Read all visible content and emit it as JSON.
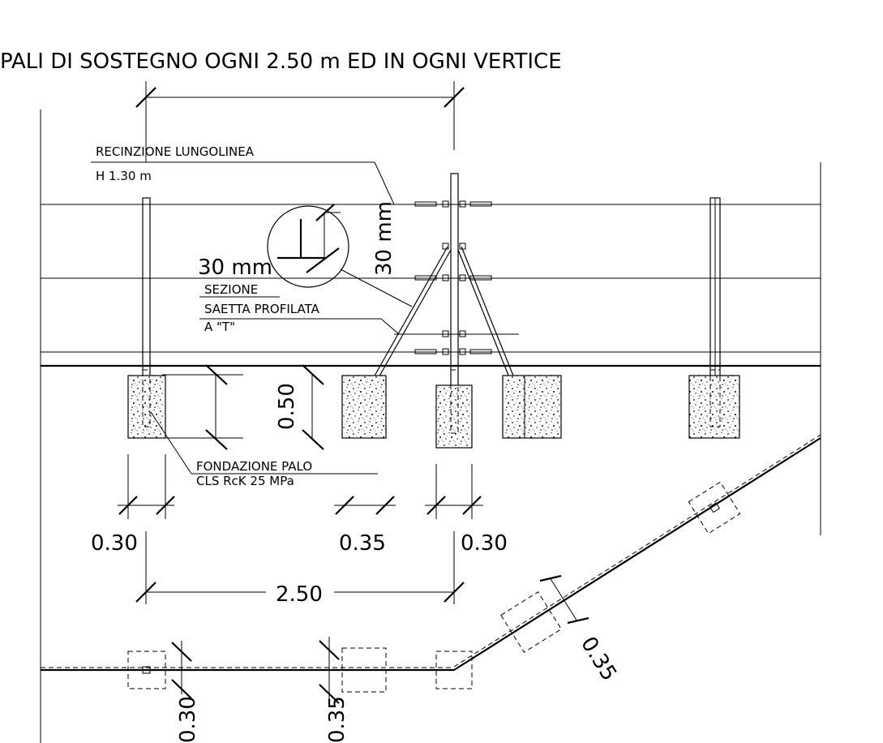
{
  "title": "PALI DI SOSTEGNO OGNI 2.50 m ED IN OGNI VERTICE",
  "labels": {
    "fence_name": "RECINZIONE LUNGOLINEA",
    "fence_height": "H 1.30 m",
    "section_word": "SEZIONE",
    "saetta": "SAETTA PROFILATA",
    "a_t": "A \"T\"",
    "mm_left": "30 mm",
    "mm_right": "30 mm",
    "foundation": "FONDAZIONE PALO",
    "cls": "CLS RcK 25 MPa"
  },
  "dimensions": {
    "d_050": "0.50",
    "d_030_left": "0.30",
    "d_035_mid": "0.35",
    "d_030_right": "0.30",
    "d_250": "2.50",
    "d_035_diag": "0.35",
    "d_030_bottom": "0.30",
    "d_035_bottom": "0.35"
  },
  "colors": {
    "ink": "#000000",
    "background": "#ffffff"
  }
}
